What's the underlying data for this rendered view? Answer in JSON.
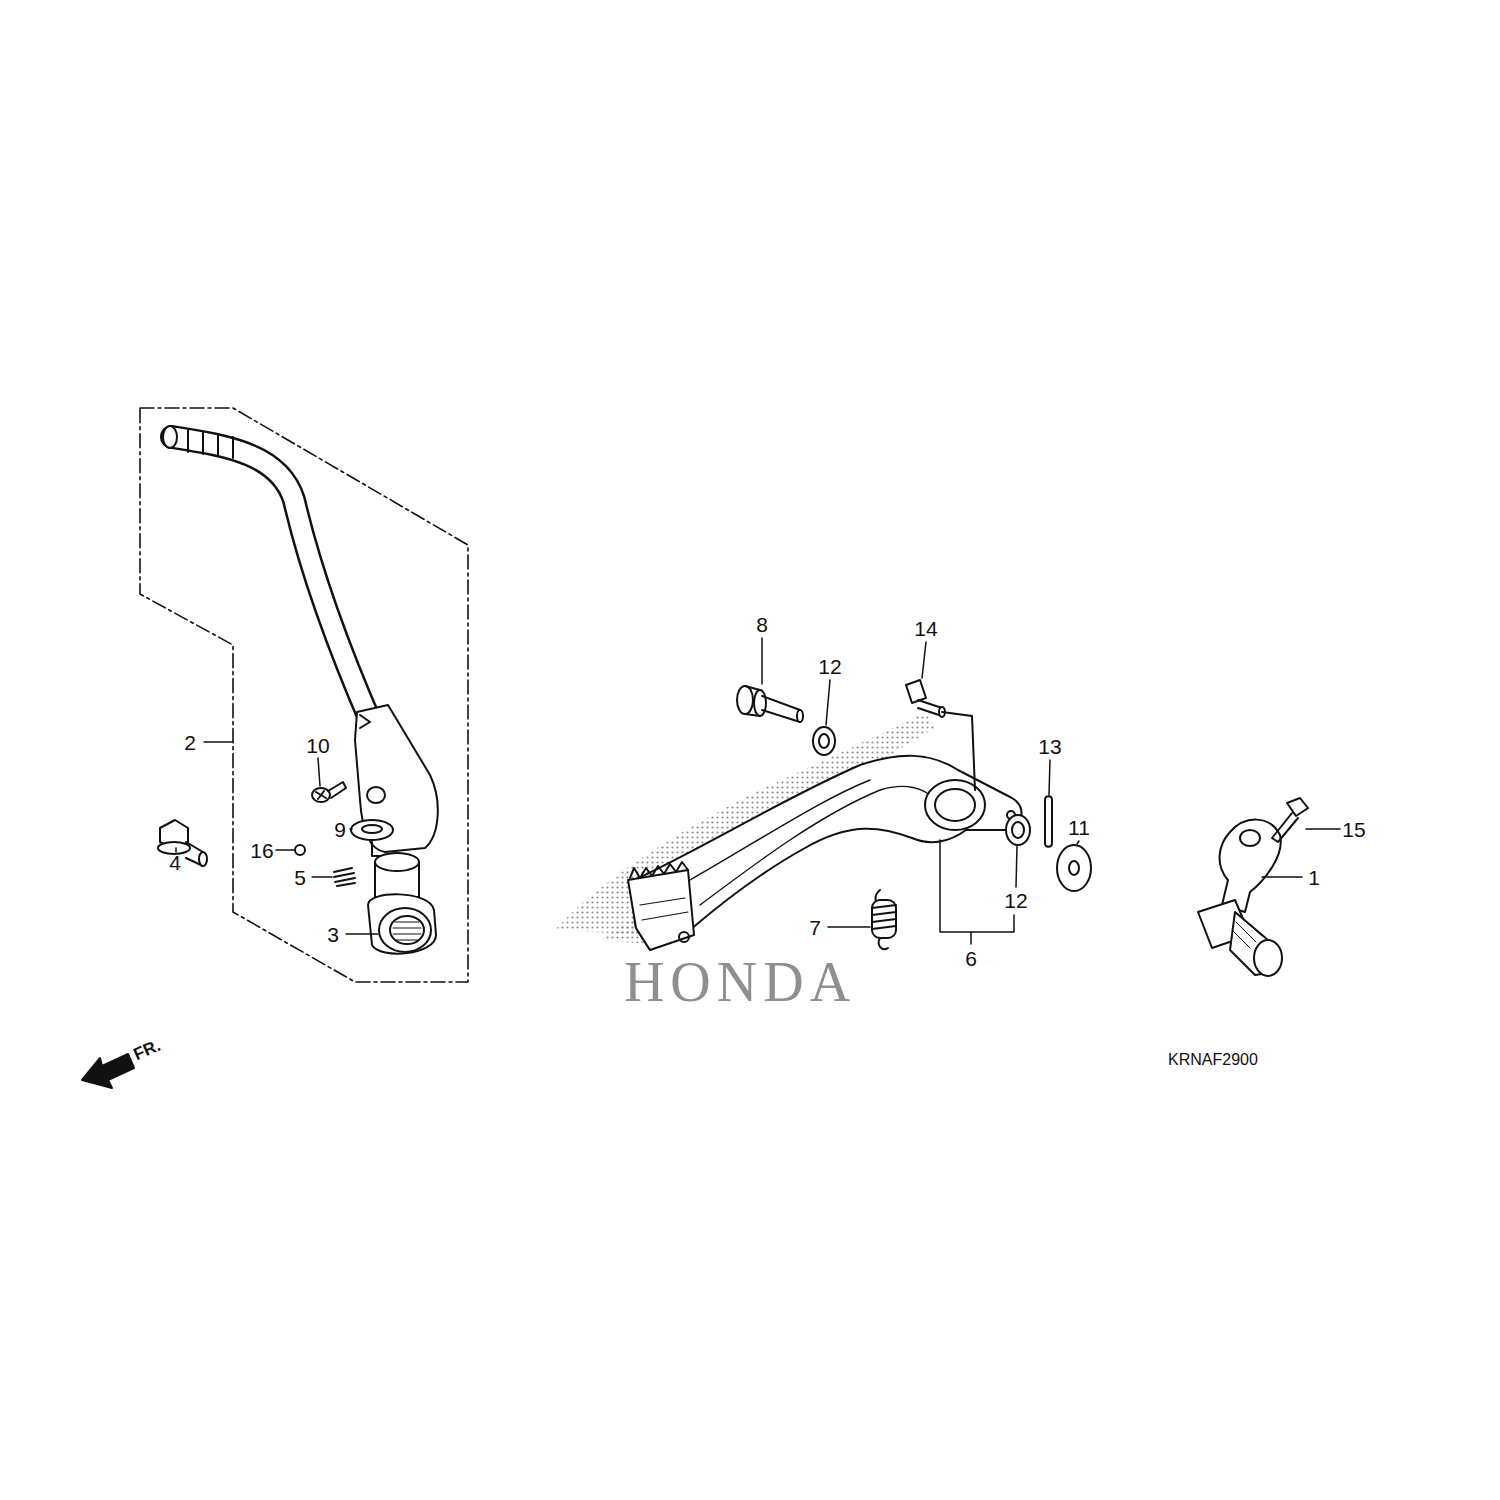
{
  "diagram": {
    "labels": [
      "8",
      "12",
      "14",
      "13",
      "11",
      "10",
      "2",
      "4",
      "9",
      "16",
      "5",
      "3",
      "15",
      "1",
      "7",
      "12",
      "6",
      "FR.",
      "KRNAF2900",
      "HONDA"
    ]
  }
}
